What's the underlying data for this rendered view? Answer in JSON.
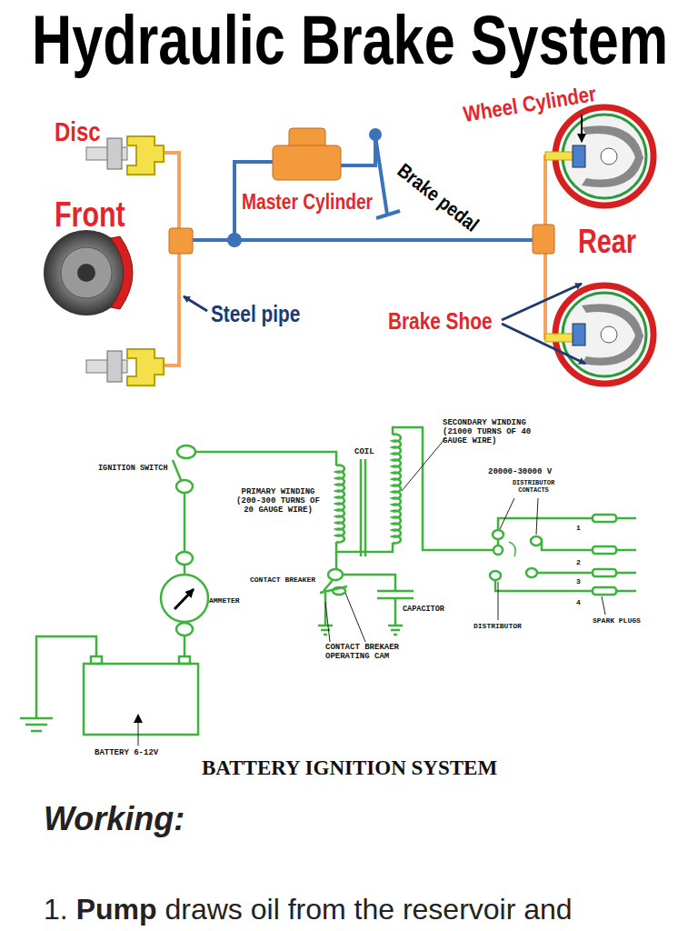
{
  "diagram": {
    "title": "Hydraulic Brake System",
    "labels": [
      "Disc",
      "Front",
      "Master Cylinder",
      "Brake pedal",
      "Wheel Cylinder",
      "Rear",
      "Steel pipe",
      "Brake Shoe",
      "SECONDARY WINDING (21000 TURNS OF 40 GAUGE WIRE)",
      "COIL",
      "IGNITION SWITCH",
      "PRIMARY WINDING (200-300 TURNS OF 20 GAUGE WIRE)",
      "20000-30000 V",
      "DISTRIBUTOR CONTACTS",
      "1",
      "2",
      "3",
      "4",
      "CONTACT BREAKER",
      "AMMETER",
      "CAPACITOR",
      "DISTRIBUTOR",
      "SPARK PLUGS",
      "CONTACT BREKAER OPERATING CAM",
      "BATTERY 6-12V",
      "BATTERY IGNITION SYSTEM",
      "Working:",
      "1.",
      "Pump",
      "draws oil from the reservoir and"
    ]
  }
}
